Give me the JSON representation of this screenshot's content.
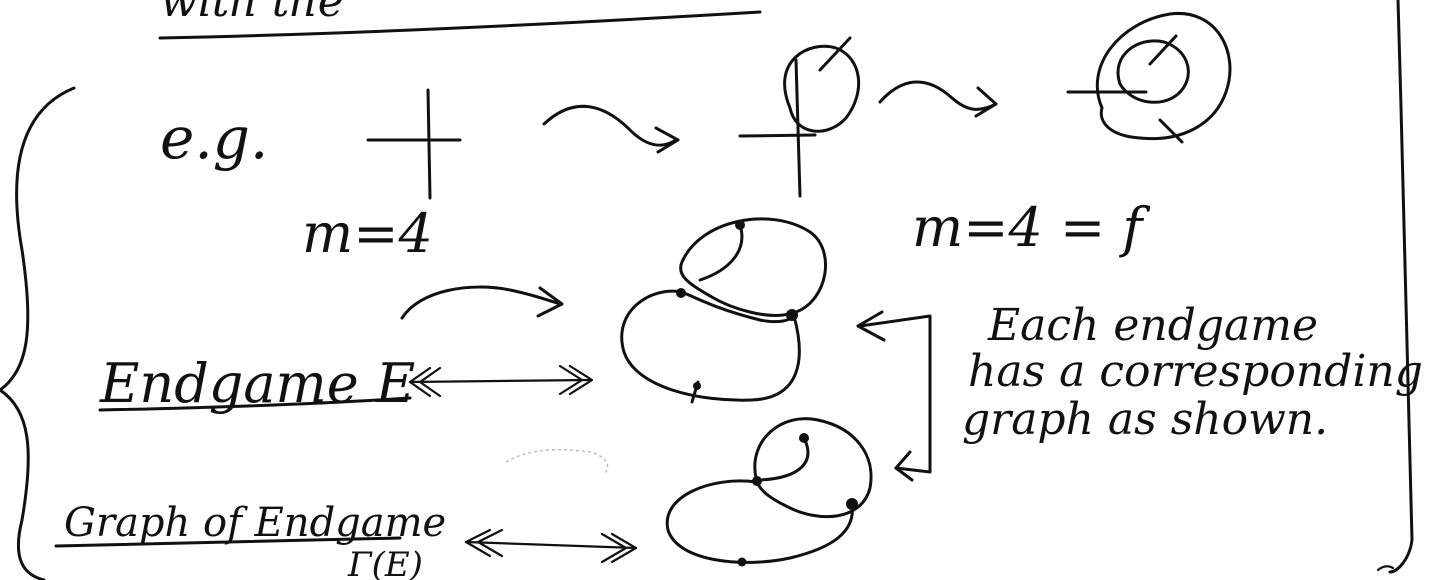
{
  "header_fragment": "with the",
  "eg_label": "e.g.",
  "m_left": "m=4",
  "m_right": "m=4 = f",
  "endgame_label": "Endgame  E",
  "caption_lines": [
    "Each endgame",
    "has a corresponding",
    "graph as shown."
  ],
  "graph_label": "Graph of Endgame",
  "graph_symbol": "Γ(E)"
}
